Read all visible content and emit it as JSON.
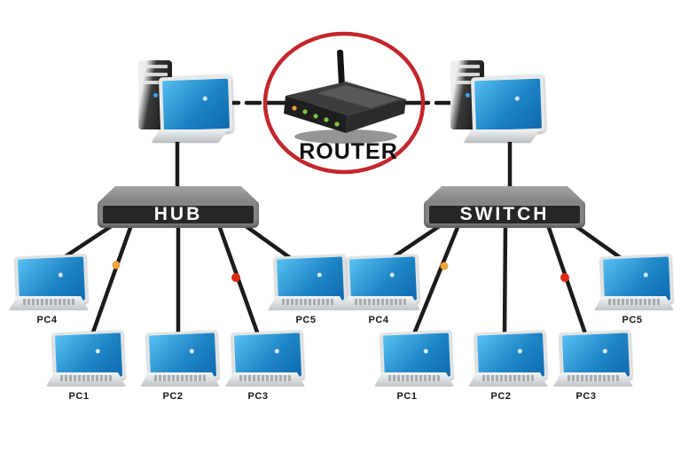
{
  "labels": {
    "router": "ROUTER",
    "hub": "HUB",
    "switch": "SWITCH"
  },
  "hub_network": {
    "side_pc_left": "PC4",
    "side_pc_right": "PC5",
    "bottom_pcs": [
      "PC1",
      "PC2",
      "PC3"
    ]
  },
  "switch_network": {
    "side_pc_left": "PC4",
    "side_pc_right": "PC5",
    "bottom_pcs": [
      "PC1",
      "PC2",
      "PC3"
    ]
  },
  "colors": {
    "highlight_circle_red": "#c1272d",
    "link_line": "#1b1b1b",
    "marker_orange": "#f2a33c",
    "marker_red": "#e02a17",
    "router_led_orange": "#f0a13a",
    "router_led_green": "#7dc242",
    "screen_blue": "#2196d8",
    "netbox_face_gray": "#878787",
    "netbox_band_dark": "#262626",
    "label_text": "#161616"
  }
}
